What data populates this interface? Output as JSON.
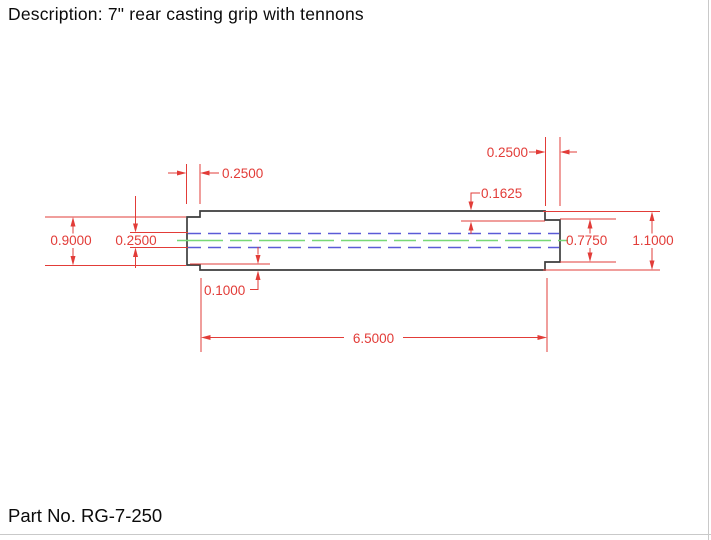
{
  "header": {
    "title": "Description: 7\" rear casting grip with tennons"
  },
  "footer": {
    "part_no": "Part No. RG-7-250"
  },
  "colors": {
    "dimension": "#e23c38",
    "hidden_line": "#5b5bd7",
    "center_line": "#77d877",
    "outline": "#3d3d3d"
  },
  "dimensions": {
    "left_tenon_length": "0.2500",
    "right_tenon_length": "0.2500",
    "right_step_depth": "0.1625",
    "left_tenon_diameter": "0.9000",
    "bore_diameter": "0.2500",
    "right_tenon_diameter": "0.7750",
    "body_diameter": "1.1000",
    "left_step_depth": "0.1000",
    "body_length": "6.5000"
  }
}
